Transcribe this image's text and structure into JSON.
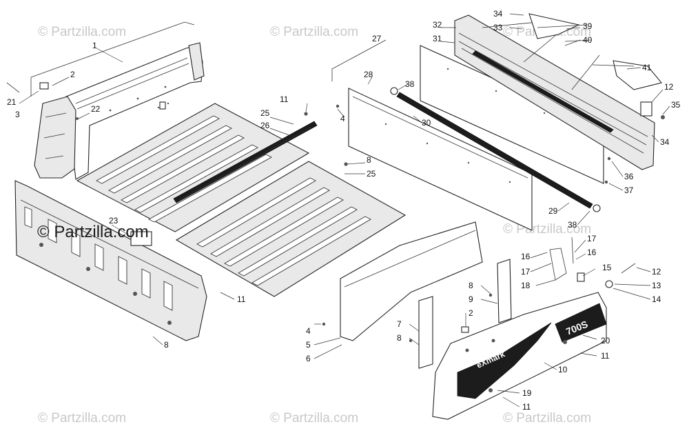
{
  "watermarks": {
    "small": "© Partzilla.com",
    "main": "© Partzilla.com"
  },
  "decal": {
    "brand": "eXmark",
    "model": "700S"
  },
  "callouts": [
    {
      "id": "c1",
      "label": "1"
    },
    {
      "id": "c2a",
      "label": "2"
    },
    {
      "id": "c21",
      "label": "21"
    },
    {
      "id": "c3",
      "label": "3"
    },
    {
      "id": "c22",
      "label": "22"
    },
    {
      "id": "c11a",
      "label": "11"
    },
    {
      "id": "c25a",
      "label": "25"
    },
    {
      "id": "c26",
      "label": "26"
    },
    {
      "id": "c8a",
      "label": "8"
    },
    {
      "id": "c25b",
      "label": "25"
    },
    {
      "id": "c23",
      "label": "23"
    },
    {
      "id": "c11b",
      "label": "11"
    },
    {
      "id": "c8b",
      "label": "8"
    },
    {
      "id": "c27",
      "label": "27"
    },
    {
      "id": "c28",
      "label": "28"
    },
    {
      "id": "c4a",
      "label": "4"
    },
    {
      "id": "c38a",
      "label": "38"
    },
    {
      "id": "c30",
      "label": "30"
    },
    {
      "id": "c32",
      "label": "32"
    },
    {
      "id": "c31",
      "label": "31"
    },
    {
      "id": "c34a",
      "label": "34"
    },
    {
      "id": "c33",
      "label": "33"
    },
    {
      "id": "c39",
      "label": "39"
    },
    {
      "id": "c40",
      "label": "40"
    },
    {
      "id": "c41",
      "label": "41"
    },
    {
      "id": "c12a",
      "label": "12"
    },
    {
      "id": "c35",
      "label": "35"
    },
    {
      "id": "c34b",
      "label": "34"
    },
    {
      "id": "c36",
      "label": "36"
    },
    {
      "id": "c37",
      "label": "37"
    },
    {
      "id": "c29",
      "label": "29"
    },
    {
      "id": "c38b",
      "label": "38"
    },
    {
      "id": "c17a",
      "label": "17"
    },
    {
      "id": "c16a",
      "label": "16"
    },
    {
      "id": "c16b",
      "label": "16"
    },
    {
      "id": "c17b",
      "label": "17"
    },
    {
      "id": "c15",
      "label": "15"
    },
    {
      "id": "c18",
      "label": "18"
    },
    {
      "id": "c12b",
      "label": "12"
    },
    {
      "id": "c13",
      "label": "13"
    },
    {
      "id": "c14",
      "label": "14"
    },
    {
      "id": "c8c",
      "label": "8"
    },
    {
      "id": "c9",
      "label": "9"
    },
    {
      "id": "c2b",
      "label": "2"
    },
    {
      "id": "c7",
      "label": "7"
    },
    {
      "id": "c8d",
      "label": "8"
    },
    {
      "id": "c4b",
      "label": "4"
    },
    {
      "id": "c5",
      "label": "5"
    },
    {
      "id": "c6",
      "label": "6"
    },
    {
      "id": "c20",
      "label": "20"
    },
    {
      "id": "c11c",
      "label": "11"
    },
    {
      "id": "c10",
      "label": "10"
    },
    {
      "id": "c19",
      "label": "19"
    },
    {
      "id": "c11d",
      "label": "11"
    }
  ]
}
